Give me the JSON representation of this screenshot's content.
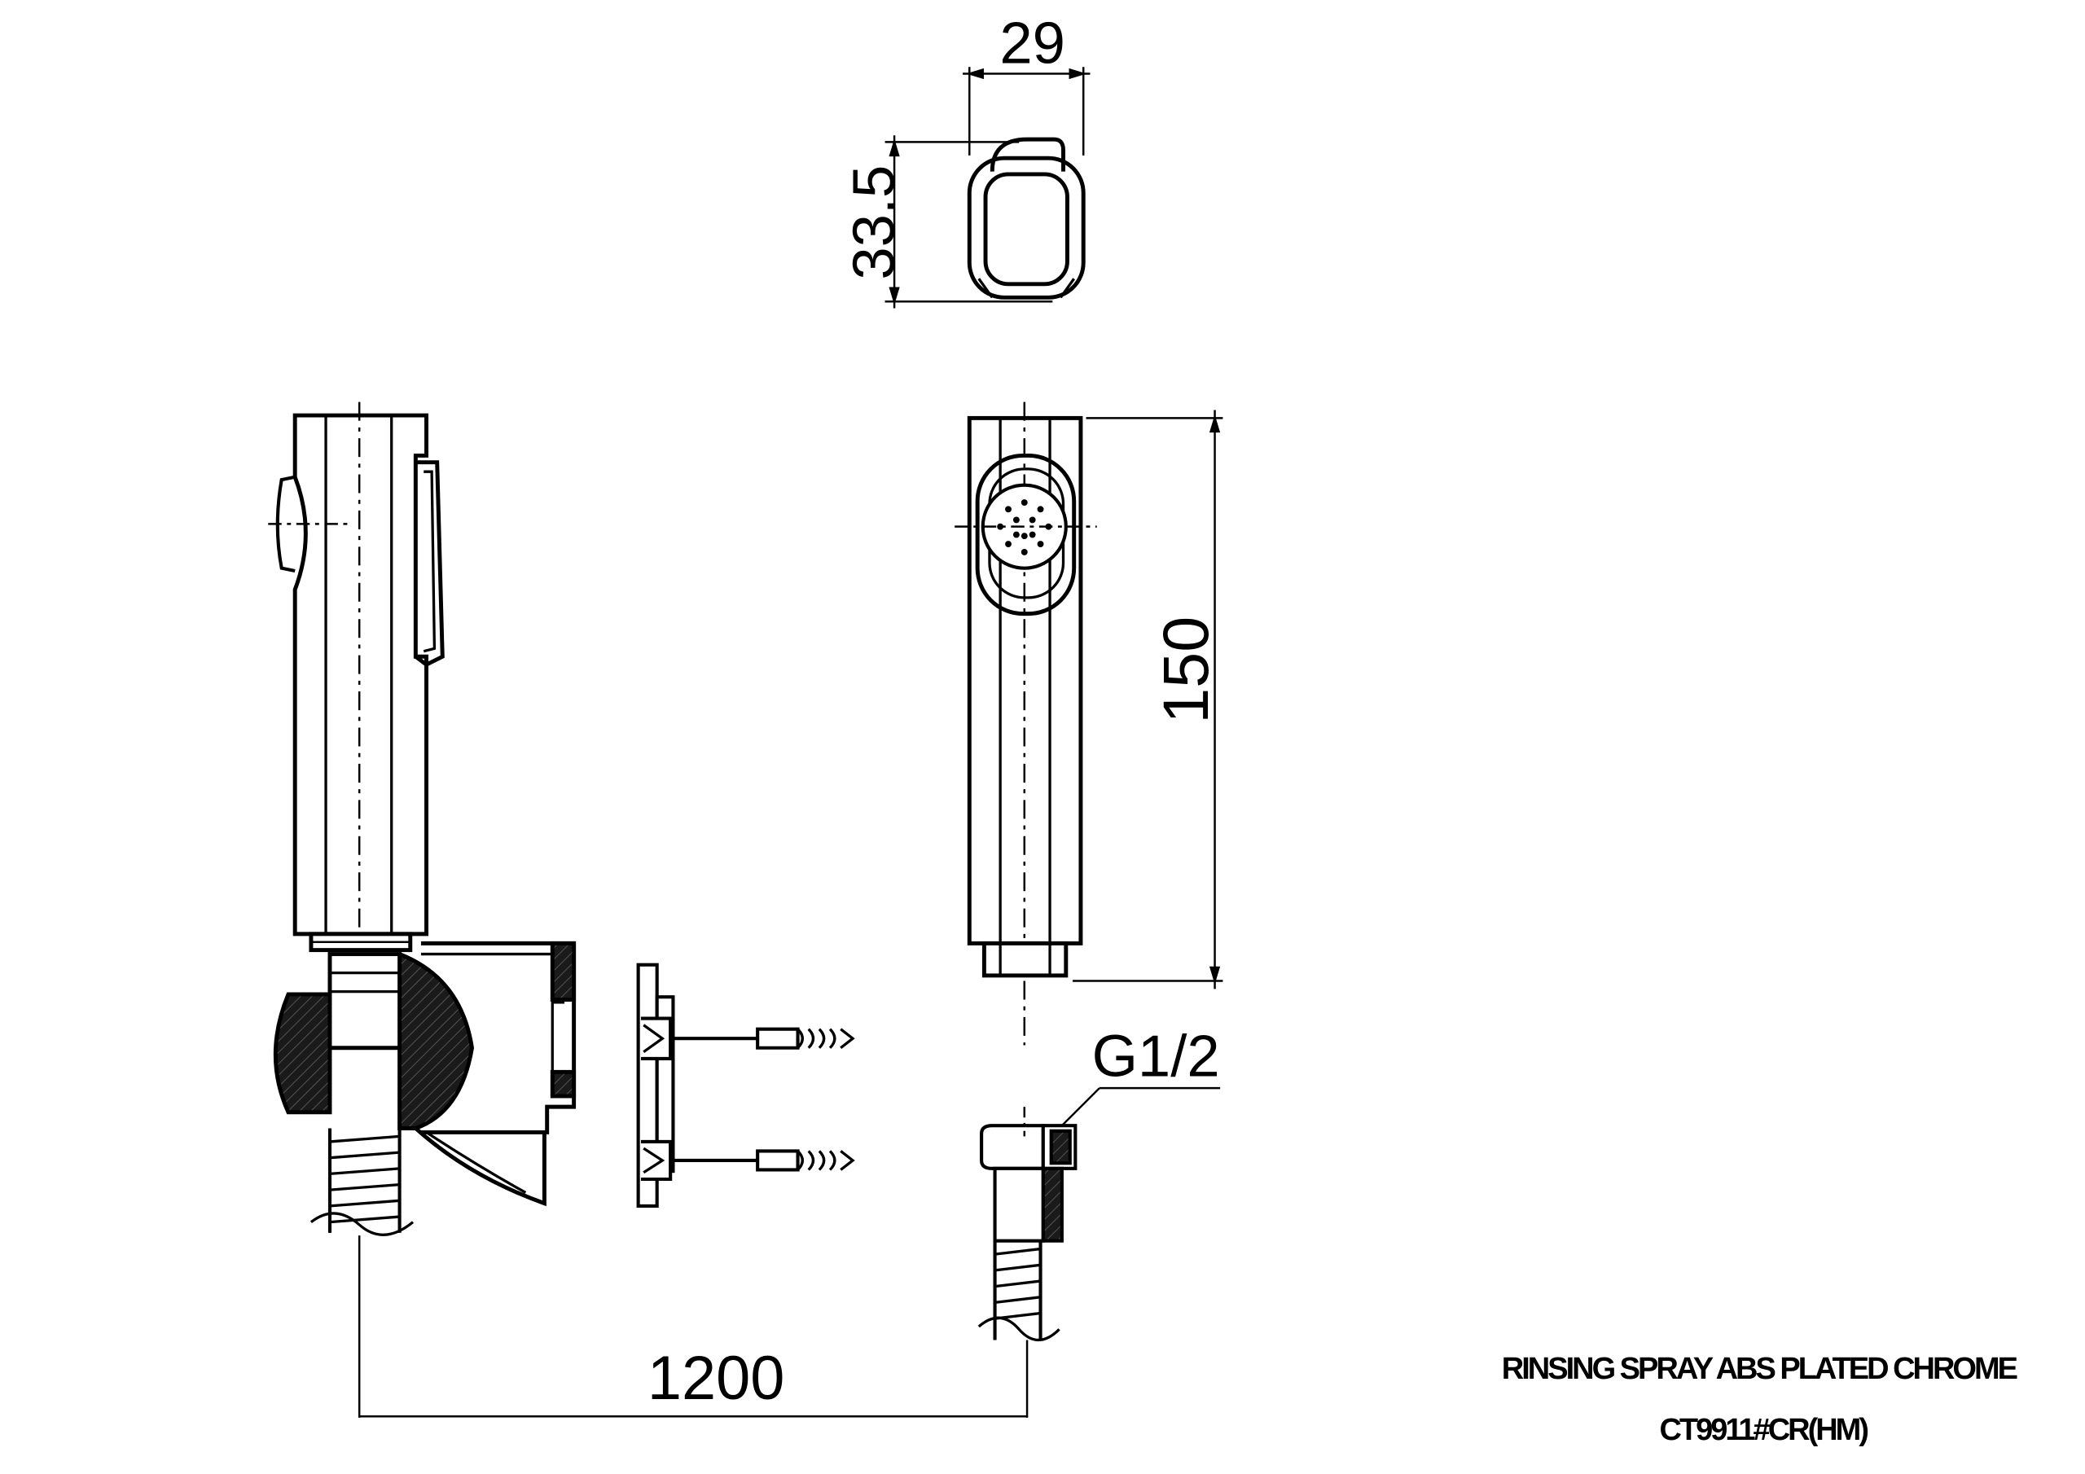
{
  "dimensions": {
    "width": "29",
    "height": "33.5",
    "length": "150",
    "hose_length": "1200",
    "thread": "G1/2"
  },
  "caption": {
    "product": "RINSING SPRAY ABS PLATED CHROME",
    "code": "CT9911#CR(HM)"
  }
}
